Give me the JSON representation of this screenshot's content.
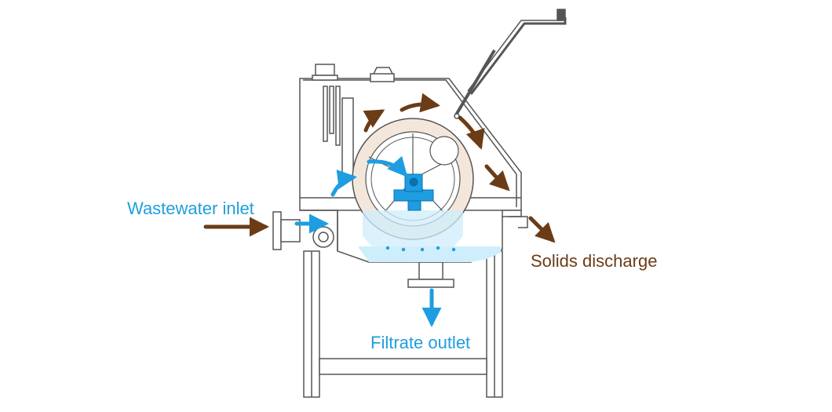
{
  "labels": {
    "wastewater_inlet": "Wastewater inlet",
    "solids_discharge": "Solids discharge",
    "filtrate_outlet": "Filtrate outlet"
  },
  "colors": {
    "water": "#1e9ee0",
    "solids": "#6b3c16",
    "frame": "#555555",
    "drum": "#f3e7dc",
    "water_fill": "#cfeefb"
  }
}
